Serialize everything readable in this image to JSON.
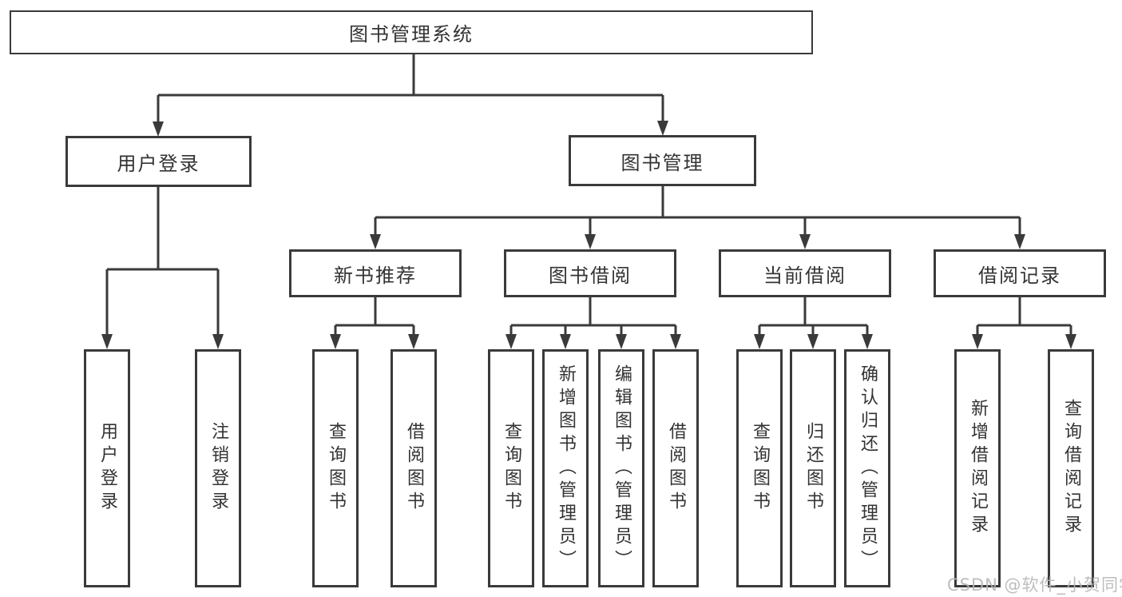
{
  "tree": {
    "root": {
      "label": "图书管理系统"
    },
    "branches": [
      {
        "label": "用户登录",
        "children": [
          {
            "label": "用户登录"
          },
          {
            "label": "注销登录"
          }
        ]
      },
      {
        "label": "图书管理",
        "children": [
          {
            "label": "新书推荐",
            "children": [
              {
                "label": "查询图书"
              },
              {
                "label": "借阅图书"
              }
            ]
          },
          {
            "label": "图书借阅",
            "children": [
              {
                "label": "查询图书"
              },
              {
                "label": "新增图书（管理员）"
              },
              {
                "label": "编辑图书（管理员）"
              },
              {
                "label": "借阅图书"
              }
            ]
          },
          {
            "label": "当前借阅",
            "children": [
              {
                "label": "查询图书"
              },
              {
                "label": "归还图书"
              },
              {
                "label": "确认归还（管理员）"
              }
            ]
          },
          {
            "label": "借阅记录",
            "children": [
              {
                "label": "新增借阅记录"
              },
              {
                "label": "查询借阅记录"
              }
            ]
          }
        ]
      }
    ]
  },
  "watermark": {
    "text": "CSDN @软件_小贺同学"
  },
  "colors": {
    "line": "#3a3a3a",
    "text": "#333333",
    "box_fill": "#ffffff",
    "watermark": "#b6b6b6",
    "background": "#ffffff"
  }
}
